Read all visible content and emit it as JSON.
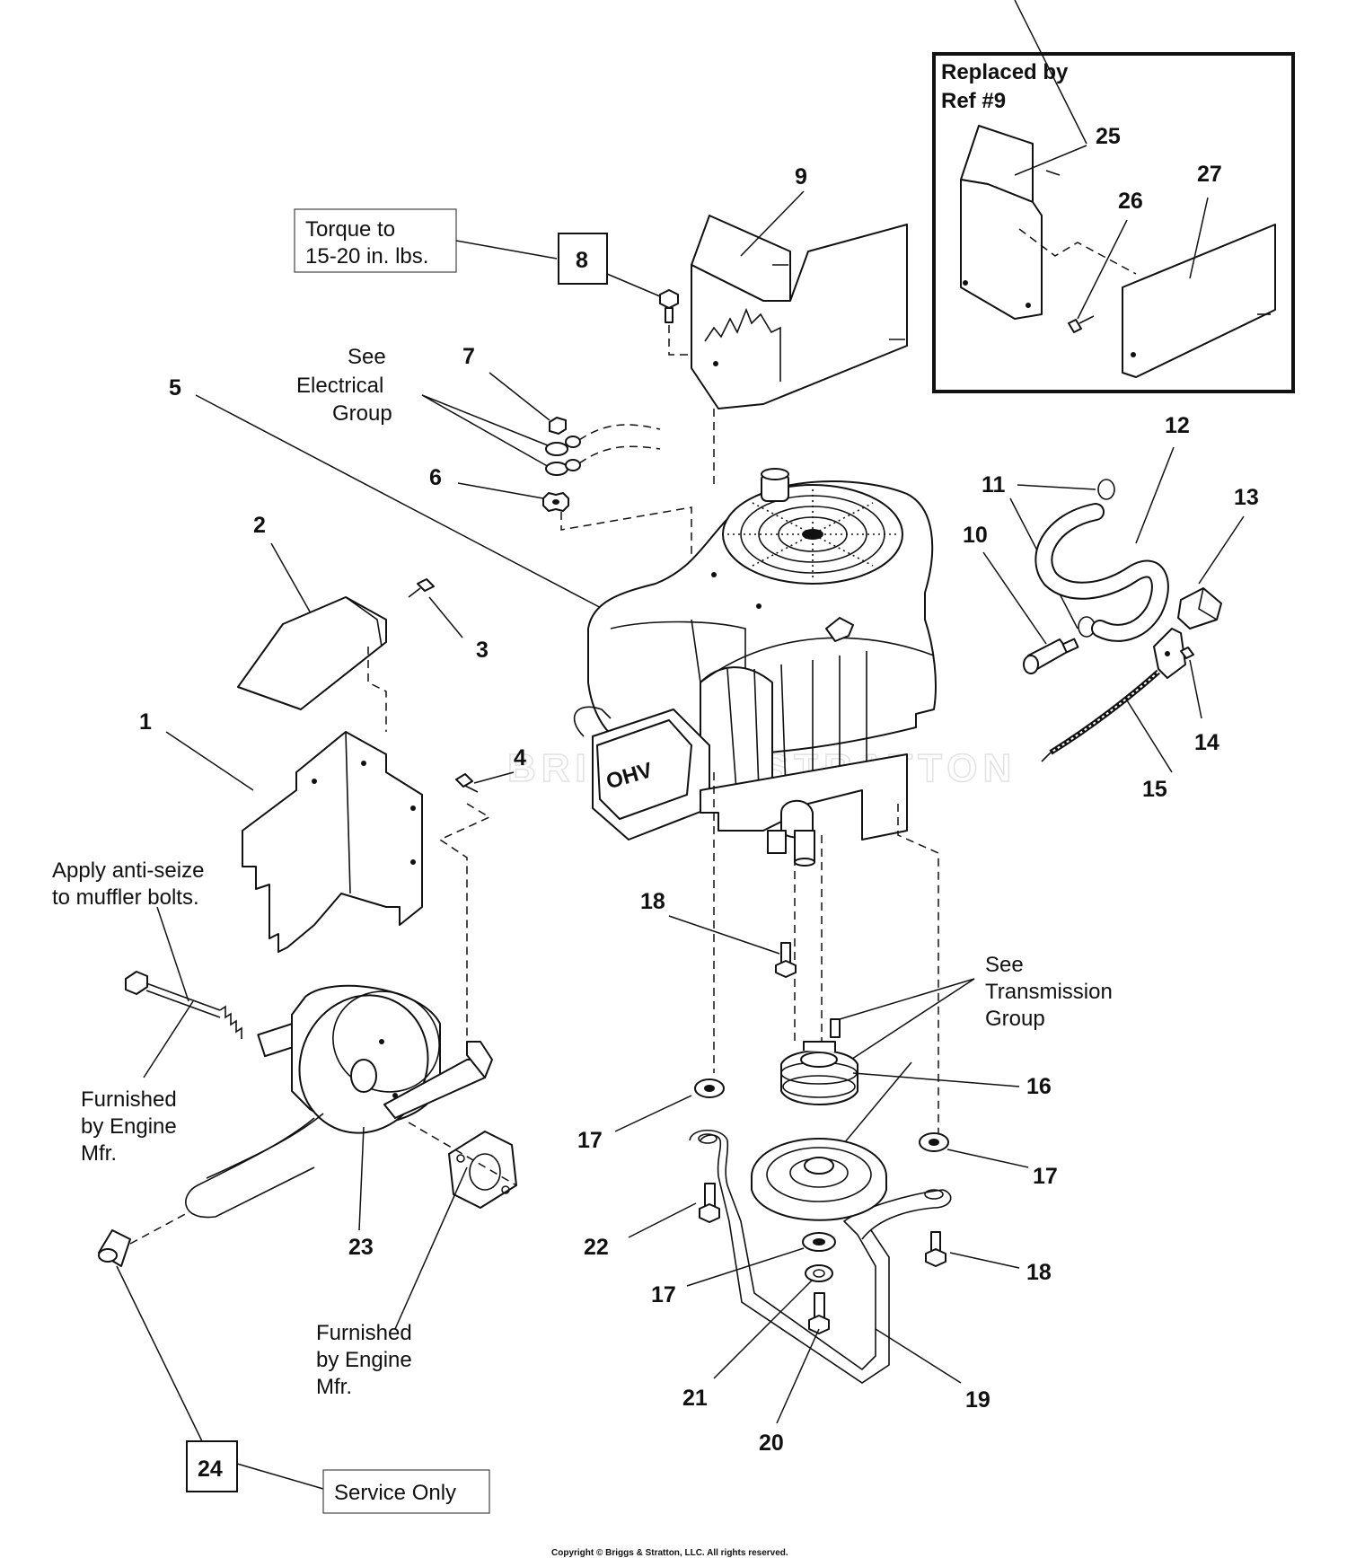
{
  "inset": {
    "title_line1": "Replaced by",
    "title_line2": "Ref #9"
  },
  "notes": {
    "torque_line1": "Torque to",
    "torque_line2": "15-20 in. lbs.",
    "electrical_line1": "See",
    "electrical_line2": "Electrical",
    "electrical_line3": "Group",
    "antiseize_line1": "Apply anti-seize",
    "antiseize_line2": "to muffler bolts.",
    "furnished_a_line1": "Furnished",
    "furnished_a_line2": "by Engine",
    "furnished_a_line3": "Mfr.",
    "furnished_b_line1": "Furnished",
    "furnished_b_line2": "by Engine",
    "furnished_b_line3": "Mfr.",
    "transmission_line1": "See",
    "transmission_line2": "Transmission",
    "transmission_line3": "Group",
    "service_only": "Service Only"
  },
  "engine_badge": "OHV",
  "watermark": "BRIGGS & STRATTON",
  "callouts": {
    "c1": "1",
    "c2": "2",
    "c3": "3",
    "c4": "4",
    "c5": "5",
    "c6": "6",
    "c7": "7",
    "c8": "8",
    "c9": "9",
    "c10": "10",
    "c11": "11",
    "c12": "12",
    "c13": "13",
    "c14": "14",
    "c15": "15",
    "c16": "16",
    "c17a": "17",
    "c17b": "17",
    "c17c": "17",
    "c18a": "18",
    "c18b": "18",
    "c19": "19",
    "c20": "20",
    "c21": "21",
    "c22": "22",
    "c23": "23",
    "c24": "24",
    "c25": "25",
    "c26": "26",
    "c27": "27"
  },
  "copyright": "Copyright © Briggs & Stratton, LLC. All rights reserved."
}
